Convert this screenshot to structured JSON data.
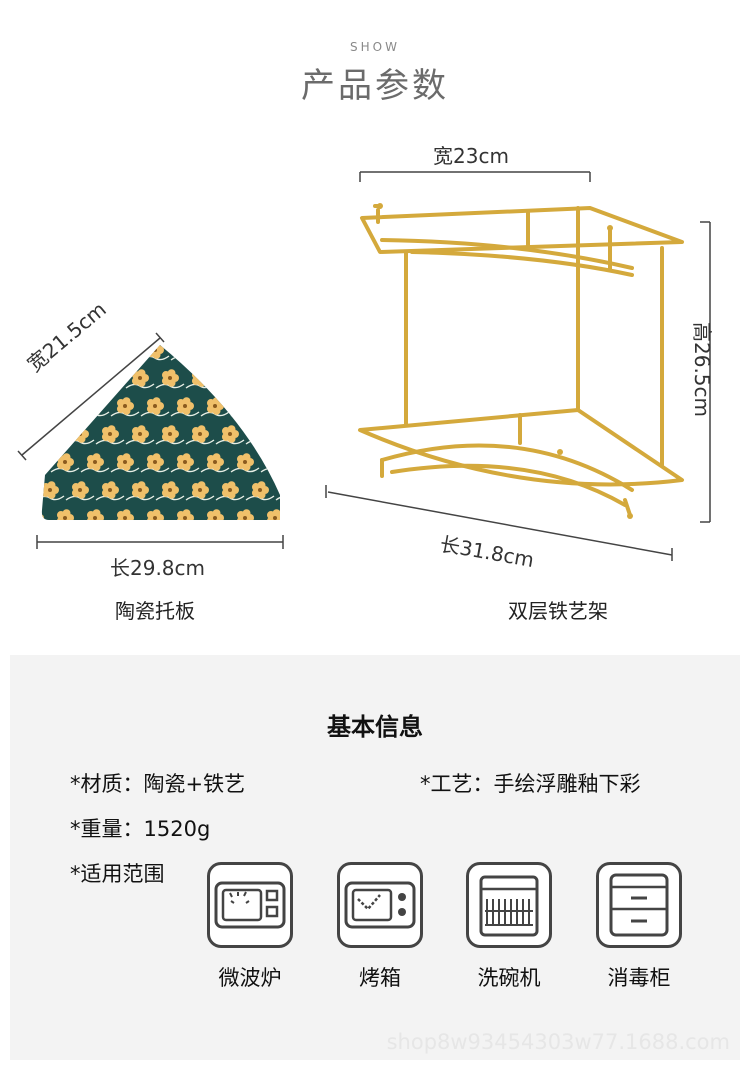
{
  "header": {
    "show_label": "SHOW",
    "title": "产品参数"
  },
  "tray": {
    "width_label": "宽21.5cm",
    "length_label": "长29.8cm",
    "caption": "陶瓷托板",
    "colors": {
      "background": "#1d4d4a",
      "flower": "#f0c06a",
      "vine": "#e8efe6"
    }
  },
  "rack": {
    "width_label": "宽23cm",
    "height_label": "高26.5cm",
    "length_label": "长31.8cm",
    "caption": "双层铁艺架",
    "colors": {
      "metal": "#d4a93c"
    }
  },
  "info": {
    "title": "基本信息",
    "material": "*材质：陶瓷+铁艺",
    "craft": "*工艺：手绘浮雕釉下彩",
    "weight": "*重量：1520g",
    "usage_label": "*适用范围",
    "usages": [
      {
        "icon": "microwave-icon",
        "label": "微波炉"
      },
      {
        "icon": "oven-icon",
        "label": "烤箱"
      },
      {
        "icon": "dishwasher-icon",
        "label": "洗碗机"
      },
      {
        "icon": "sterilizer-cabinet-icon",
        "label": "消毒柜"
      }
    ]
  },
  "watermark": "shop8w93454303w77.1688.com"
}
